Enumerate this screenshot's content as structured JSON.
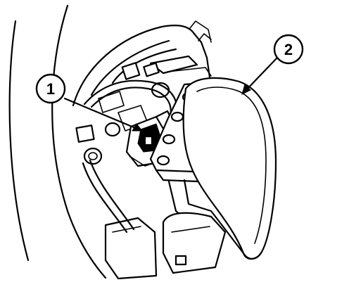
{
  "figure": {
    "callouts": [
      {
        "id": "callout-1",
        "label": "1"
      },
      {
        "id": "callout-2",
        "label": "2"
      }
    ]
  },
  "colors": {
    "ink": "#000000",
    "paper": "#ffffff"
  }
}
